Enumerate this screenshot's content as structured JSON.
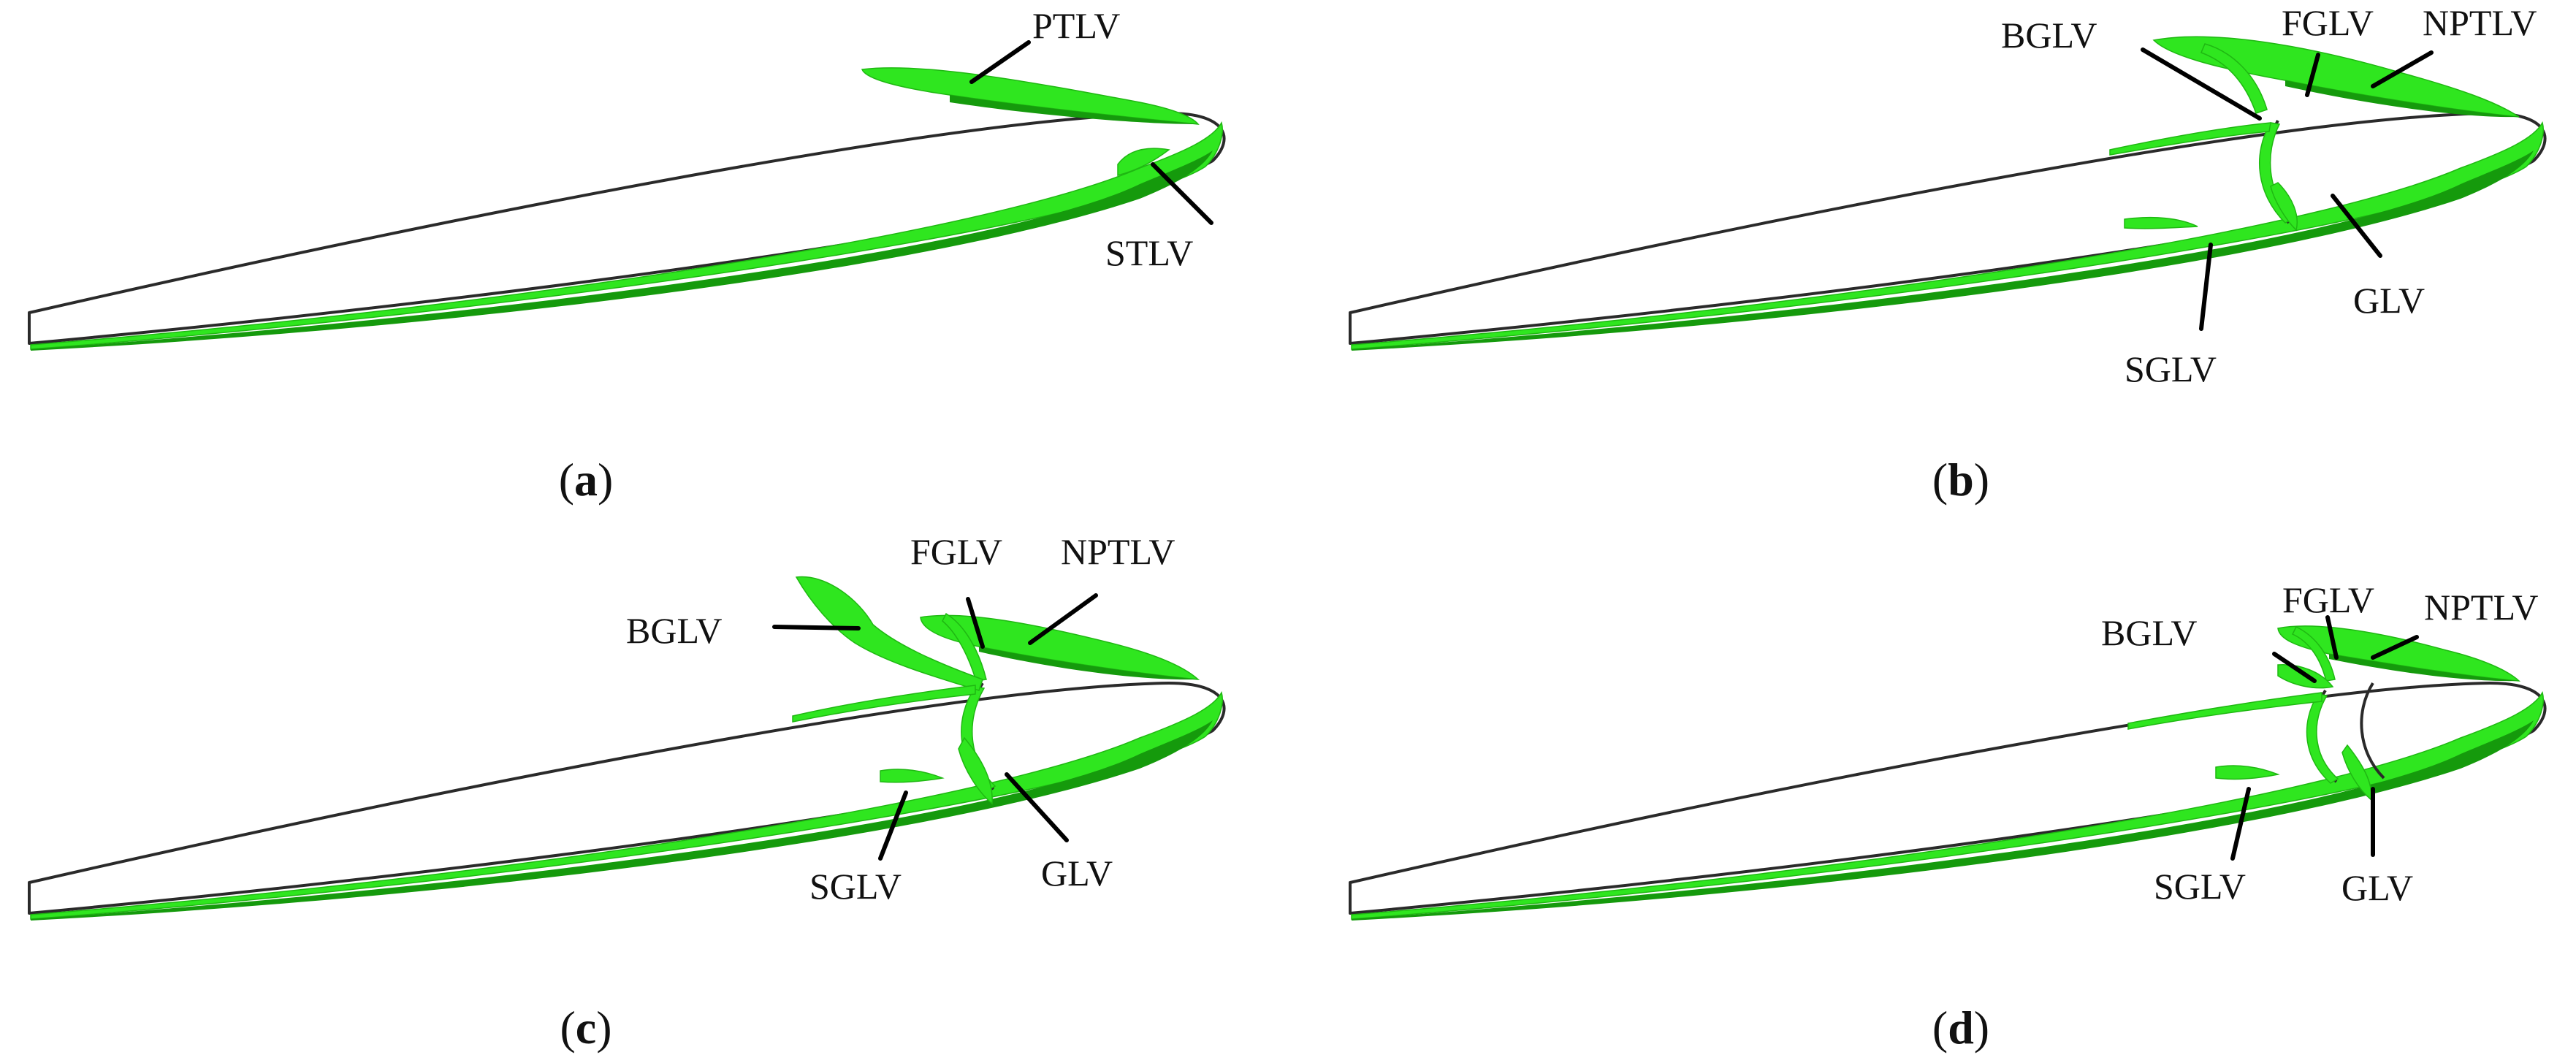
{
  "colors": {
    "vortex": "#2fe61f",
    "vortex_dark": "#159a0c",
    "outline": "#2a2a2a",
    "text": "#111111"
  },
  "panels": {
    "a": {
      "caption": "a",
      "labels": {
        "ptlv": "PTLV",
        "stlv": "STLV"
      }
    },
    "b": {
      "caption": "b",
      "labels": {
        "bglv": "BGLV",
        "fglv": "FGLV",
        "nptlv": "NPTLV",
        "glv": "GLV",
        "sglv": "SGLV"
      }
    },
    "c": {
      "caption": "c",
      "labels": {
        "bglv": "BGLV",
        "fglv": "FGLV",
        "nptlv": "NPTLV",
        "glv": "GLV",
        "sglv": "SGLV"
      }
    },
    "d": {
      "caption": "d",
      "labels": {
        "bglv": "BGLV",
        "fglv": "FGLV",
        "nptlv": "NPTLV",
        "glv": "GLV",
        "sglv": "SGLV"
      }
    }
  }
}
